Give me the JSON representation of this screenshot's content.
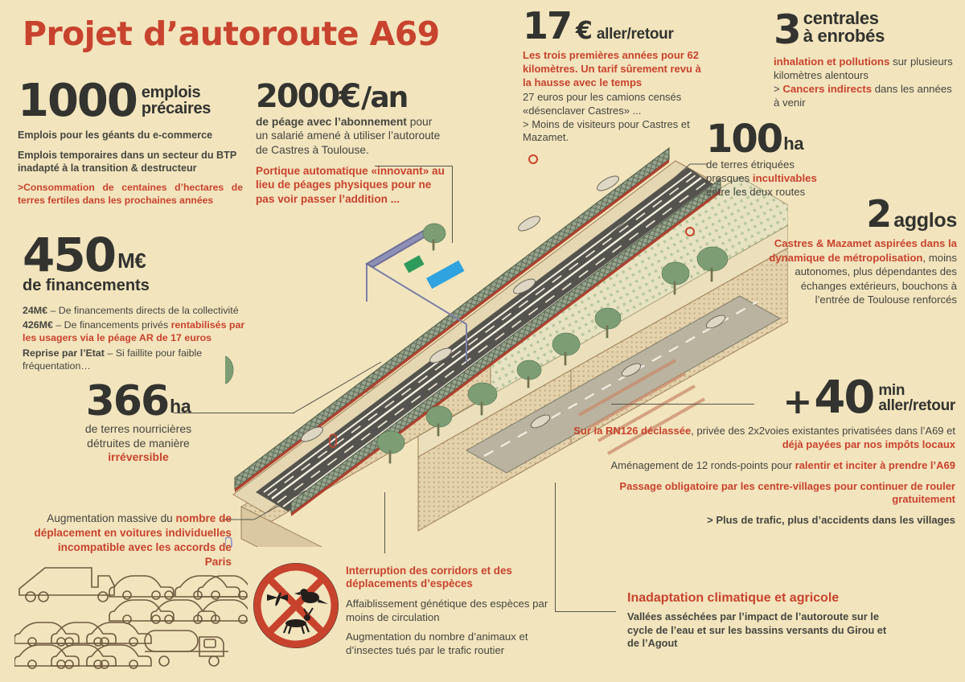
{
  "title": "Projet d’autoroute A69",
  "colors": {
    "background": "#f2e4bd",
    "accent_red": "#c8432e",
    "ink": "#33332f",
    "body": "#46463f",
    "asphalt": "#55534d",
    "earth": "#e6d5ae",
    "green": "#7d9e74"
  },
  "blocks": {
    "emplois": {
      "number": "1000",
      "unit_line1": "emplois",
      "unit_line2": "précaires",
      "p1": "Emplois pour les géants du e-commerce",
      "p2": "Emplois temporaires dans un secteur du BTP inadapté à la transition & destructeur",
      "p3": ">Consommation de centaines d’hectares de terres fertiles dans les prochaines années"
    },
    "peage": {
      "number": "2000€",
      "unit": "/an",
      "p1_bold": "de péage avec l’abonnement",
      "p1_rest": " pour un salarié amené à utiliser l’autoroute de Castres à Toulouse.",
      "p2": "Portique automatique «innovant» au lieu de péages physiques pour ne pas voir passer l’addition ..."
    },
    "aller_retour": {
      "number": "17",
      "symbol": "€",
      "unit": "aller/retour",
      "p1": "Les trois premières années pour 62 kilomètres. Un tarif sûrement revu à la hausse avec le temps",
      "p2": "27 euros pour les camions censés «désenclaver Castres» ...",
      "p3": "> Moins de visiteurs pour Castres et Mazamet."
    },
    "centrales": {
      "number": "3",
      "unit_line1": "centrales",
      "unit_line2": "à enrobés",
      "p1_bold": "inhalation et pollutions",
      "p1_rest": " sur plusieurs kilomètres alentours",
      "p2_pre": "> ",
      "p2_bold": "Cancers indirects",
      "p2_rest": " dans les années à venir"
    },
    "cent_ha": {
      "number": "100",
      "unit": "ha",
      "p1": "de terres étriquées",
      "p2_pre": "presques ",
      "p2_bold": "incultivables",
      "p3": "entre les deux routes"
    },
    "agglos": {
      "number": "2",
      "unit": "agglos",
      "p_bold": "Castres & Mazamet aspirées dans la dynamique de métropolisation",
      "p_rest": ", moins autonomes, plus dépendantes des échanges extérieurs, bouchons à l’entrée de Toulouse renforcés"
    },
    "financements": {
      "number": "450",
      "unit": "M€",
      "sub": "de financements",
      "r1_bold": "24M€",
      "r1_rest": " – De financements directs de la collectivité",
      "r2_bold": "426M€",
      "r2_mid": " – De financements privés ",
      "r2_red": "rentabilisés par les usagers via le péage AR de 17 euros",
      "r3_bold": "Reprise par l’Etat",
      "r3_rest": " – Si faillite pour faible fréquentation…"
    },
    "terres": {
      "number": "366",
      "unit": "ha",
      "p1": "de terres nourricières",
      "p2": "détruites de manière",
      "p3_red": "irréversible"
    },
    "voitures": {
      "p_pre": "Augmentation massive du ",
      "p_red": "nombre de déplacement en voitures individuelles incompatible avec les accords de Paris"
    },
    "especes": {
      "t_red": "Interruption des corridors et des déplacements d’espèces",
      "p1": "Affaiblissement génétique des espèces par moins de circulation",
      "p2": "Augmentation du nombre d’animaux et d’insectes tués par le trafic routier"
    },
    "quarante": {
      "plus": "+",
      "number": "40",
      "unit_line1": "min",
      "unit_line2": "aller/retour",
      "r1_red1": "Sur la RN126 déclassée",
      "r1_mid": ", privée des 2x2voies existantes privatisées dans l’A69 et ",
      "r1_red2": "déjà payées par nos impôts locaux",
      "r2_pre": "Aménagement de 12 ronds-points pour ",
      "r2_red": "ralentir et inciter à prendre l’A69",
      "r3_red": "Passage obligatoire par les centre-villages pour continuer de rouler gratuitement",
      "r4": "> Plus de trafic, plus d’accidents dans les villages"
    },
    "climat": {
      "t_red": "Inadaptation climatique et agricole",
      "p": "Vallées asséchées par l’impact de l’autoroute sur le cycle de l’eau et sur les bassins versants du Girou et de l’Agout"
    }
  },
  "illustration": {
    "name": "isometric-highway-diagram",
    "elements": [
      "autoroute-2x2-voies",
      "portique-de-peage-automatique",
      "glissieres-et-murs-anti-bruit",
      "bande-de-terre-entre-les-deux-routes",
      "route-secondaire-RN126",
      "arbres",
      "voitures"
    ]
  },
  "icons": {
    "fleet": [
      "dump-truck-icon",
      "car-icon",
      "car-icon",
      "car-icon",
      "car-icon",
      "car-icon",
      "car-icon",
      "car-icon",
      "car-icon",
      "car-icon",
      "car-icon",
      "car-icon",
      "car-icon",
      "tanker-truck-icon"
    ],
    "sign": "no-wildlife-crossing-sign"
  }
}
